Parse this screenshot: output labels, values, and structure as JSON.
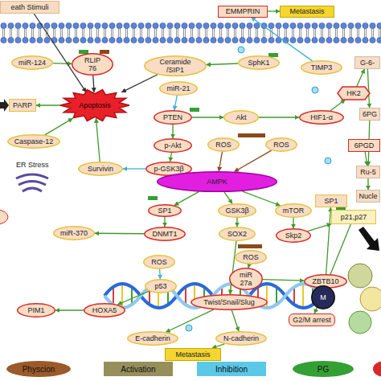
{
  "diagram": {
    "nodes": [
      {
        "text": [
          "eath Stimuli"
        ]
      },
      {
        "text": [
          "EMMPRIN"
        ]
      },
      {
        "text": [
          "Metastasis"
        ]
      },
      {
        "text": [
          "miR-124"
        ]
      },
      {
        "text": [
          "RLIP 76"
        ]
      },
      {
        "text": [
          "Ceramide /SIP1"
        ]
      },
      {
        "text": [
          "SphK1"
        ]
      },
      {
        "text": [
          "TIMP3"
        ]
      },
      {
        "text": [
          "G-6-"
        ]
      },
      {
        "text": [
          "PARP"
        ]
      },
      {
        "text": [
          "Apoptosis"
        ]
      },
      {
        "text": [
          "miR-21"
        ]
      },
      {
        "text": [
          "PTEN"
        ]
      },
      {
        "text": [
          "Akt"
        ]
      },
      {
        "text": [
          "HIF1-α"
        ]
      },
      {
        "text": [
          "HK2"
        ]
      },
      {
        "text": [
          "6PG"
        ]
      },
      {
        "text": [
          "Caspase-12"
        ]
      },
      {
        "text": [
          "p-Akt"
        ]
      },
      {
        "text": [
          "6PGD"
        ]
      },
      {
        "text": [
          "ROS"
        ]
      },
      {
        "text": [
          "ROS"
        ]
      },
      {
        "text": [
          "Survivin"
        ]
      },
      {
        "text": [
          "p-GSK3β"
        ]
      },
      {
        "text": [
          "Ru-5"
        ]
      },
      {
        "text": [
          "AMPK"
        ]
      },
      {
        "text": [
          "Nucle"
        ]
      },
      {
        "text": [
          "SP1"
        ]
      },
      {
        "text": [
          "SP1"
        ]
      },
      {
        "text": [
          "GSK3β"
        ]
      },
      {
        "text": [
          "mTOR"
        ]
      },
      {
        "text": [
          "p21,p27"
        ]
      },
      {
        "text": [
          "miR-370"
        ]
      },
      {
        "text": [
          "DNMT1"
        ]
      },
      {
        "text": [
          "SOX2"
        ]
      },
      {
        "text": [
          "Skp2"
        ]
      },
      {
        "text": [
          "ROS"
        ]
      },
      {
        "text": [
          "ROS"
        ]
      },
      {
        "text": [
          "miR 27a"
        ]
      },
      {
        "text": [
          "ZBTB10"
        ]
      },
      {
        "text": [
          "p53"
        ]
      },
      {
        "text": [
          "PIM1"
        ]
      },
      {
        "text": [
          "HOXA5"
        ]
      },
      {
        "text": [
          "Twist/Snail/Slug"
        ]
      },
      {
        "text": [
          "M"
        ]
      },
      {
        "text": [
          "G2/M arrest"
        ]
      },
      {
        "text": [
          "E-cadherin"
        ]
      },
      {
        "text": [
          "N-cadherin"
        ]
      },
      {
        "text": [
          "Metastasis"
        ]
      }
    ],
    "edges": [
      {
        "from": 3,
        "to": 4,
        "arrow": "to"
      },
      {
        "from": 4,
        "to": 10,
        "arrow": "to"
      },
      {
        "from": 6,
        "to": 5,
        "arrow": "to"
      },
      {
        "from": 5,
        "to": 10,
        "arrow": "to"
      },
      {
        "from": 11,
        "to": 12,
        "arrow": "to"
      },
      {
        "from": 12,
        "to": 13,
        "arrow": "to"
      },
      {
        "from": 13,
        "to": 14,
        "arrow": "to"
      },
      {
        "from": 12,
        "to": 18,
        "arrow": "to"
      },
      {
        "from": 18,
        "to": 23,
        "arrow": "to"
      },
      {
        "from": 23,
        "to": 22,
        "arrow": "to"
      },
      {
        "from": 22,
        "to": 10,
        "arrow": "to"
      },
      {
        "from": 17,
        "to": 10,
        "arrow": "to"
      },
      {
        "from": 10,
        "to": 9,
        "arrow": "to"
      },
      {
        "from": 20,
        "to": 25,
        "arrow": "to"
      },
      {
        "from": 21,
        "to": 25,
        "arrow": "to"
      },
      {
        "from": 25,
        "to": 28,
        "arrow": "to"
      },
      {
        "from": 28,
        "to": 33,
        "arrow": "to"
      },
      {
        "from": 33,
        "to": 32,
        "arrow": "to"
      },
      {
        "from": 25,
        "to": 29,
        "arrow": "to"
      },
      {
        "from": 29,
        "to": 34,
        "arrow": "to"
      },
      {
        "from": 25,
        "to": 30,
        "arrow": "to"
      },
      {
        "from": 30,
        "to": 35,
        "arrow": "to"
      },
      {
        "from": 35,
        "to": 31,
        "arrow": "to"
      },
      {
        "from": 39,
        "to": 27,
        "arrow": "to"
      },
      {
        "from": 38,
        "to": 39,
        "arrow": "to"
      },
      {
        "from": 37,
        "to": 38,
        "arrow": "to"
      },
      {
        "from": 36,
        "to": 40,
        "arrow": "to"
      },
      {
        "from": 40,
        "to": 42,
        "arrow": "to"
      },
      {
        "from": 42,
        "to": 41,
        "arrow": "to"
      },
      {
        "from": 34,
        "to": 43,
        "arrow": "to"
      },
      {
        "from": 43,
        "to": 46,
        "arrow": "to"
      },
      {
        "from": 43,
        "to": 47,
        "arrow": "to"
      },
      {
        "from": 47,
        "to": 48,
        "arrow": "to"
      },
      {
        "from": 7,
        "to": 1,
        "arrow": "to"
      },
      {
        "from": 1,
        "to": 2,
        "arrow": "to"
      },
      {
        "from": 14,
        "to": 15,
        "arrow": "to"
      },
      {
        "from": 15,
        "to": 8,
        "arrow": "to"
      },
      {
        "from": 8,
        "to": 16,
        "arrow": "to"
      },
      {
        "from": 16,
        "to": 24,
        "arrow": "to"
      },
      {
        "from": 24,
        "to": 26,
        "arrow": "to"
      },
      {
        "from": 31,
        "to": 45,
        "arrow": "to"
      },
      {
        "from": 0,
        "to": 10,
        "arrow": "to"
      },
      {
        "from": 19,
        "to": 24,
        "arrow": "to"
      }
    ],
    "labels": [
      "ER Stress"
    ],
    "legend": [
      {
        "text": "Physcion",
        "color": "#9a5a2a"
      },
      {
        "text": "Activation",
        "color": "#958f5c"
      },
      {
        "text": "Inhibition",
        "color": "#5cc8e8"
      },
      {
        "text": "PG",
        "color": "#34a034"
      }
    ]
  }
}
